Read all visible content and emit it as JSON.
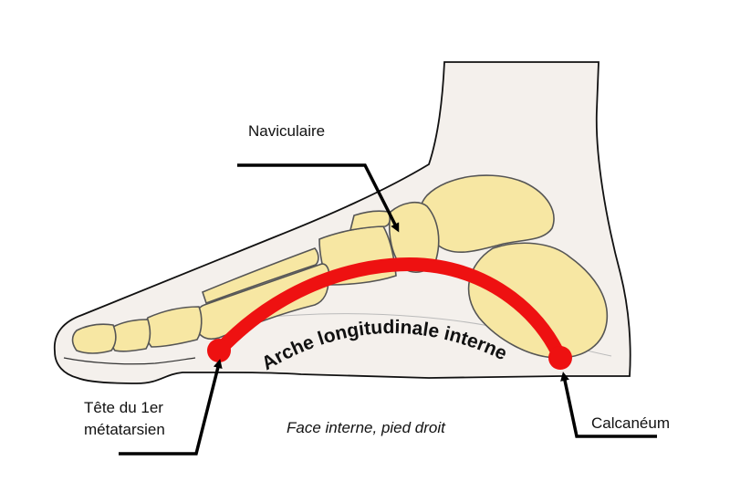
{
  "labels": {
    "navicular": "Naviculaire",
    "metatarsal_line1": "Tête du 1er",
    "metatarsal_line2": "métatarsien",
    "calcaneus": "Calcanéum",
    "arch": "Arche longitudinale interne",
    "caption": "Face interne, pied droit"
  },
  "colors": {
    "skin_fill": "#f4f0ec",
    "bone_fill": "#f7e7a3",
    "bone_stroke": "#555555",
    "arch_red": "#ee1111",
    "leader": "#000000"
  }
}
